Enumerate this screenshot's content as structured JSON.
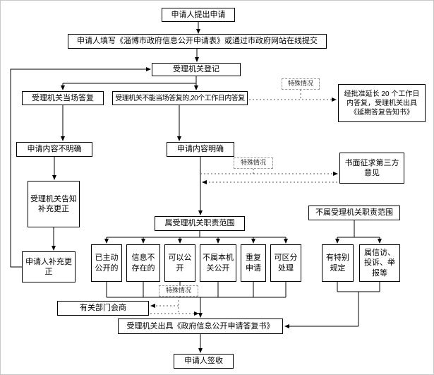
{
  "nodes": {
    "submit": "申请人提出申请",
    "fill_form": "申请人填写《淄博市政府信息公开申请表》或通过市政府网站在线提交",
    "register": "受理机关登记",
    "onsite_reply": "受理机关当场答复",
    "not_onsite_reply": "受理机关不能当场答复的,20个工作日内答复",
    "special_top": "特殊情况",
    "extension": "经批准延长 20 个工作日内答复，受理机关出具《延期答复告知书》",
    "unclear": "申请内容不明确",
    "clear": "申请内容明确",
    "special_mid": "特殊情况",
    "third_party": "书面征求第三方意见",
    "notify_supplement": "受理机关告知补充更正",
    "in_scope": "属受理机关职责范围",
    "out_scope": "不属受理机关职责范围",
    "supplement": "申请人补充更正",
    "already_public": "已主动公开的",
    "not_exist": "信息不存在的",
    "can_public": "可以公开",
    "not_this_org": "不属本机关公开",
    "repeat_apply": "重复申请",
    "separable": "可区分处理",
    "special_rule": "有特别规定",
    "petition": "属信访、投诉、举报等",
    "special_bottom": "特殊情况",
    "consult": "有关部门会商",
    "reply_doc": "受理机关出具《政府信息公开申请答复书》",
    "sign": "申请人签收"
  }
}
